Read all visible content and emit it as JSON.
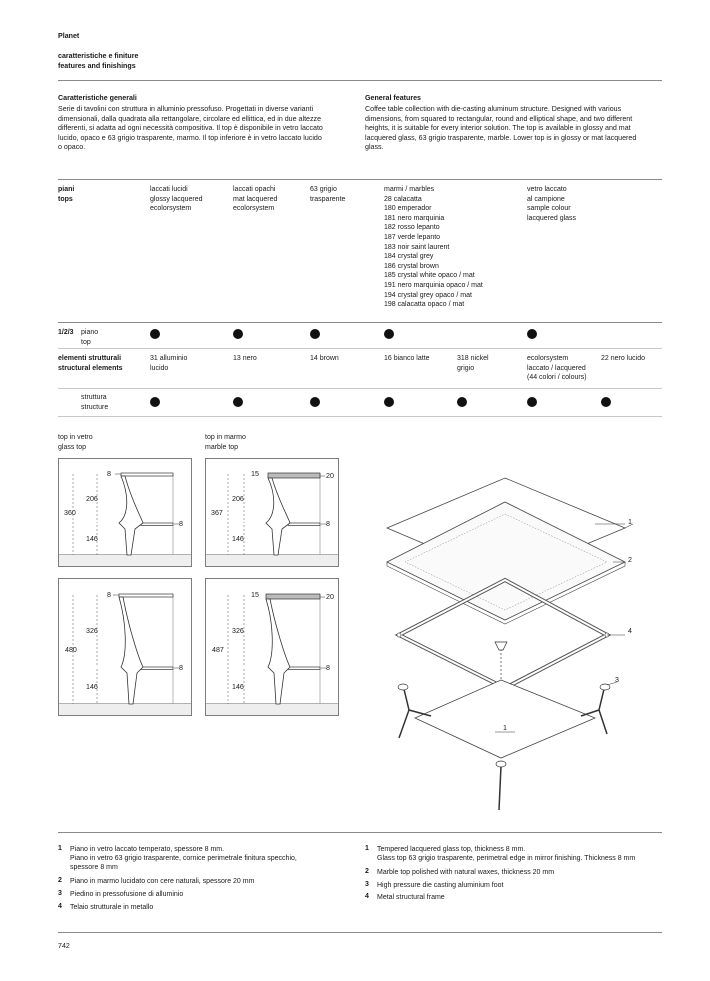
{
  "header": {
    "title": "Planet",
    "subtitle_it": "caratteristiche e finiture",
    "subtitle_en": "features and finishings"
  },
  "intro": {
    "it_heading": "Caratteristiche generali",
    "it_lines": [
      "Serie di tavolini con struttura in alluminio pressofuso. Progettati in diverse varianti",
      "dimensionali, dalla quadrata alla rettangolare, circolare ed ellittica, ed in due altezze",
      "differenti, si adatta ad ogni necessità compositiva. Il top è disponibile in vetro laccato",
      "lucido, opaco e 63 grigio trasparente, marmo. Il top inferiore è in vetro laccato lucido",
      "o opaco."
    ],
    "en_heading": "General features",
    "en_lines": [
      "Coffee table collection with die-casting aluminum structure. Designed with various",
      "dimensions, from squared to rectangular, round and elliptical shape, and two different",
      "heights, it is suitable for every interior solution. The top is available in glossy and mat",
      "lacquered glass, 63 grigio trasparente, marble. Lower top is in glossy or mat lacquered",
      "glass."
    ]
  },
  "tops": {
    "label_it": "piani",
    "label_en": "tops",
    "col1": [
      "laccati lucidi",
      "glossy lacquered",
      "ecolorsystem"
    ],
    "col2": [
      "laccati opachi",
      "mat lacquered",
      "ecolorsystem"
    ],
    "col3": [
      "63 grigio",
      "trasparente"
    ],
    "col4": [
      "marmi / marbles",
      "28   calacatta",
      "180 emperador",
      "181 nero marquinia",
      "182 rosso lepanto",
      "187 verde lepanto",
      "183 noir saint laurent",
      "184 crystal grey",
      "186 crystal brown",
      "185 crystal white opaco / mat",
      "191 nero marquinia opaco / mat",
      "194 crystal grey opaco / mat",
      "198 calacatta opaco / mat"
    ],
    "col5": [
      "vetro laccato",
      "al campione",
      "sample colour",
      "lacquered glass"
    ]
  },
  "top_row": {
    "num": "1/2/3",
    "label_it": "piano",
    "label_en": "top"
  },
  "structural": {
    "label_it": "elementi strutturali",
    "label_en": "structural elements",
    "col1": [
      "31 alluminio",
      "lucido"
    ],
    "col2": [
      "13 nero"
    ],
    "col3": [
      "14 brown"
    ],
    "col4": [
      "16 bianco latte"
    ],
    "col5": [
      "318 nickel",
      "grigio"
    ],
    "col6": [
      "ecolorsystem",
      "laccato / lacquered",
      "(44 colori / colours)"
    ],
    "col7": [
      "22 nero lucido"
    ]
  },
  "structure_row": {
    "label_it": "struttura",
    "label_en": "structure"
  },
  "drawings": {
    "glass_label": [
      "top in vetro",
      "glass top"
    ],
    "marble_label": [
      "top in marmo",
      "marble top"
    ],
    "low_glass": {
      "total": "360",
      "upper": "206",
      "lower": "146",
      "top_th": "8",
      "shelf_th": "8"
    },
    "low_marble": {
      "total": "367",
      "upper": "206",
      "lower": "146",
      "top_th": "15",
      "frame_th": "20",
      "shelf_th": "8"
    },
    "high_glass": {
      "total": "480",
      "upper": "326",
      "lower": "146",
      "top_th": "8",
      "shelf_th": "8"
    },
    "high_marble": {
      "total": "487",
      "upper": "326",
      "lower": "146",
      "top_th": "15",
      "frame_th": "20",
      "shelf_th": "8"
    }
  },
  "exploded_labels": {
    "a": "1",
    "b": "2",
    "c": "4",
    "d": "3",
    "e": "1"
  },
  "notes_it": [
    {
      "n": "1",
      "lines": [
        "Piano in vetro laccato temperato, spessore 8 mm.",
        "Piano in vetro 63 grigio trasparente, cornice perimetrale finitura specchio,",
        "spessore 8 mm"
      ]
    },
    {
      "n": "2",
      "lines": [
        "Piano in marmo lucidato con cere naturali, spessore 20 mm"
      ]
    },
    {
      "n": "3",
      "lines": [
        "Piedino in pressofusione di alluminio"
      ]
    },
    {
      "n": "4",
      "lines": [
        "Telaio strutturale in metallo"
      ]
    }
  ],
  "notes_en": [
    {
      "n": "1",
      "lines": [
        "Tempered lacquered glass top, thickness 8 mm.",
        "Glass top 63 grigio trasparente, perimetral edge in mirror finishing. Thickness 8 mm"
      ]
    },
    {
      "n": "2",
      "lines": [
        "Marble top polished with natural waxes, thickness 20 mm"
      ]
    },
    {
      "n": "3",
      "lines": [
        "High pressure die casting aluminium foot"
      ]
    },
    {
      "n": "4",
      "lines": [
        "Metal structural frame"
      ]
    }
  ],
  "page_number": "742"
}
